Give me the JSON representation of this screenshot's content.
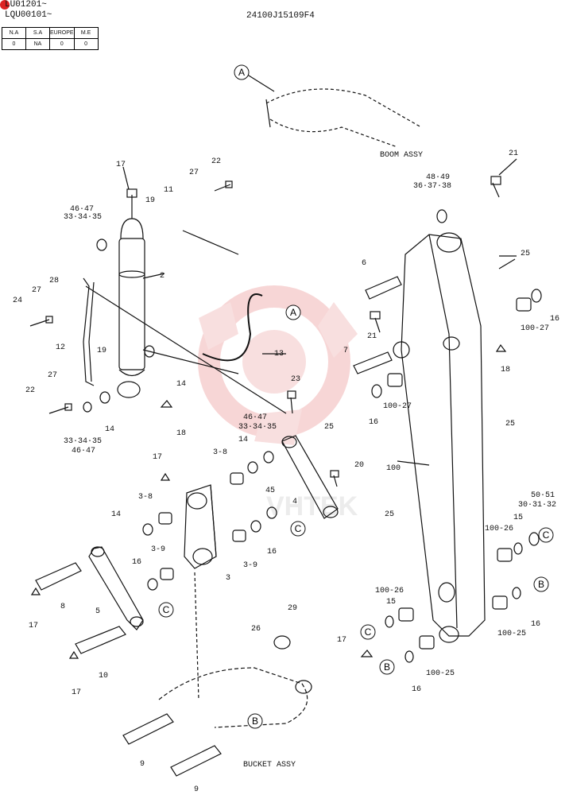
{
  "header": {
    "serial_1": "LU01201~",
    "serial_2": "LQU00101~",
    "doc_number": "24100J15109F4"
  },
  "spec_table": {
    "headers": [
      "N.A",
      "S.A",
      "EUROPE",
      "M.E"
    ],
    "values": [
      "0",
      "NA",
      "0",
      "0"
    ]
  },
  "assemblies": {
    "boom": "BOOM ASSY",
    "bucket": "BUCKET ASSY"
  },
  "callouts": [
    "A",
    "A",
    "B",
    "B",
    "B",
    "C",
    "C",
    "C",
    "C"
  ],
  "part_labels": {
    "p2": "2",
    "p3": "3",
    "p4": "4",
    "p5": "5",
    "p6": "6",
    "p7": "7",
    "p8": "8",
    "p9a": "9",
    "p9b": "9",
    "p10": "10",
    "p11": "11",
    "p12": "12",
    "p13": "13",
    "p14a": "14",
    "p14b": "14",
    "p14c": "14",
    "p14d": "14",
    "p15a": "15",
    "p15b": "15",
    "p16a": "16",
    "p16b": "16",
    "p16c": "16",
    "p16d": "16",
    "p16e": "16",
    "p16f": "16",
    "p17a": "17",
    "p17b": "17",
    "p17c": "17",
    "p17d": "17",
    "p17e": "17",
    "p18a": "18",
    "p18b": "18",
    "p19a": "19",
    "p19b": "19",
    "p20": "20",
    "p21a": "21",
    "p21b": "21",
    "p22a": "22",
    "p22b": "22",
    "p23": "23",
    "p24": "24",
    "p25a": "25",
    "p25b": "25",
    "p25c": "25",
    "p25d": "25",
    "p26": "26",
    "p27a": "27",
    "p27b": "27",
    "p27c": "27",
    "p28": "28",
    "p29": "29",
    "p3_8a": "3-8",
    "p3_8b": "3-8",
    "p3_9a": "3-9",
    "p3_9b": "3-9",
    "p100": "100",
    "p100_25a": "100-25",
    "p100_25b": "100-25",
    "p100_26a": "100-26",
    "p100_26b": "100-26",
    "p100_27a": "100-27",
    "p100_27b": "100-27",
    "g1_top": "46·47",
    "g1_bot": "33·34·35",
    "g2_top": "33·34·35",
    "g2_bot": "46·47",
    "g3_top": "46·47",
    "g3_bot": "33·34·35",
    "g4_top": "48·49",
    "g4_bot": "36·37·38",
    "g5_top": "50·51",
    "g5_bot": "30·31·32",
    "p45": "45"
  },
  "watermark_text": "VHTEK",
  "colors": {
    "ink": "#111111",
    "watermark": "#e8a0a0",
    "watermark_fill": "#f4c6c6"
  }
}
